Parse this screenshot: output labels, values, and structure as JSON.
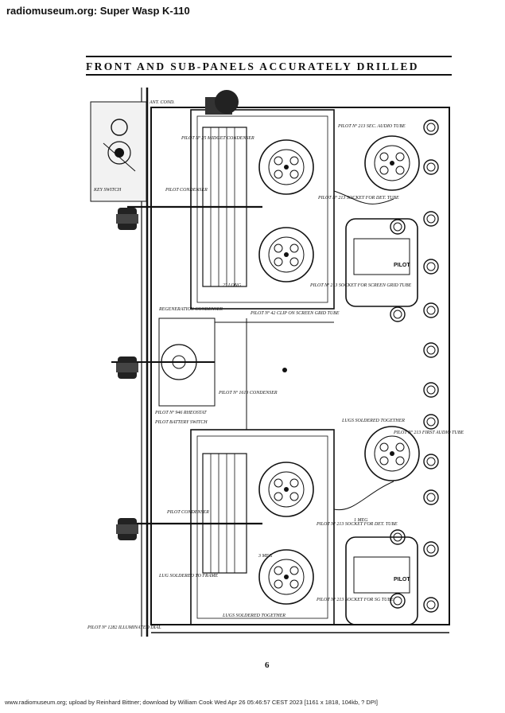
{
  "header": {
    "site_title": "radiomuseum.org: Super Wasp K-110"
  },
  "page": {
    "heading": "FRONT AND SUB-PANELS ACCURATELY DRILLED",
    "number": "6"
  },
  "footer": {
    "text": "www.radiomuseum.org; upload by Reinhard Bittner; download by William Cook Wed Apr 26 05:46:57 CEST 2023 [1161 x 1818, 104kb, ? DPI]"
  },
  "labels": {
    "pilot_25": "PILOT Nº 25 MIDGET CONDENSER",
    "pilot_cond_1": "PILOT CONDENSER",
    "pilot_213": "PILOT Nº 213 SEC. AUDIO TUBE",
    "socket_det": "PILOT Nº 213 SOCKET FOR DET. TUBE",
    "socket_screen": "PILOT Nº 213 SOCKET FOR SCREEN GRID TUBE",
    "clip": "PILOT Nº 42 CLIP ON SCREEN GRID TUBE",
    "pilot_1613": "PILOT Nº 1613 CONDENSER",
    "pilot_946": "PILOT Nº 946 RHEOSTAT",
    "battery_switch": "PILOT BATTERY SWITCH",
    "first_audio": "PILOT Nº 213 FIRST AUDIO TUBE",
    "lugs_toggle": "LUGS SOLDERED TOGETHER",
    "pilot_cond_2": "PILOT CONDENSER",
    "socket_det_2": "PILOT Nº 213 SOCKET FOR DET. TUBE",
    "socket_sg_2": "PILOT Nº 213 SOCKET FOR SG TUBE",
    "lugs_frame": "LUG SOLDERED TO FRAME",
    "lugs_bottom": "LUGS SOLDERED TOGETHER",
    "dial": "PILOT Nº 1282 ILLUMINATED DIAL",
    "meg_1": "3 MEG",
    "meg_2": "1 MEG",
    "pilot_brand_1": "PILOT",
    "pilot_brand_2": "PILOT",
    "long": "2\" LONG",
    "regen": "REGENERATION CONDENSER",
    "key_switch": "KEY SWITCH",
    "antenna": "ANT. COND."
  }
}
